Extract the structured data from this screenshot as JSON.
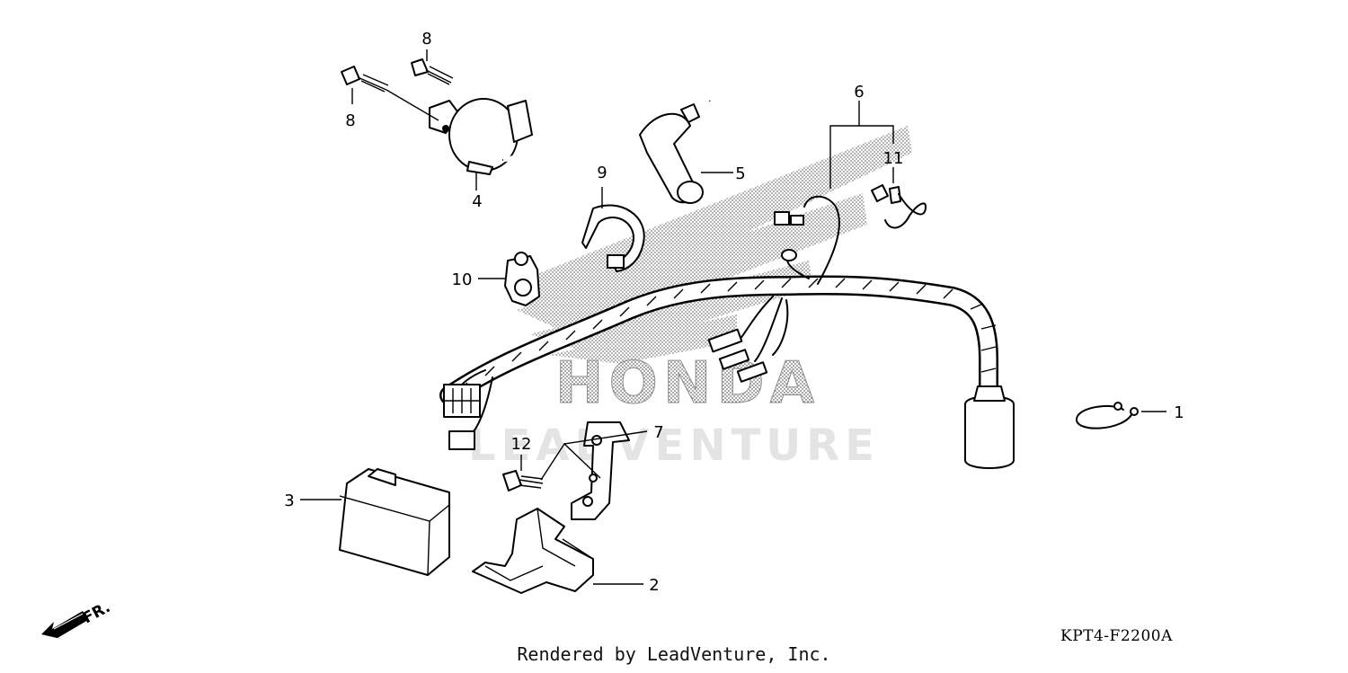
{
  "callouts": {
    "c1": "1",
    "c2": "2",
    "c3": "3",
    "c4": "4",
    "c5": "5",
    "c6": "6",
    "c7": "7",
    "c8a": "8",
    "c8b": "8",
    "c9": "9",
    "c10": "10",
    "c11": "11",
    "c12": "12"
  },
  "watermark": {
    "logo_text": "HONDA",
    "brand_text": "LEADVENTURE"
  },
  "direction_label": "FR.",
  "diagram_code": "KPT4-F2200A",
  "footer": "Rendered by LeadVenture, Inc."
}
